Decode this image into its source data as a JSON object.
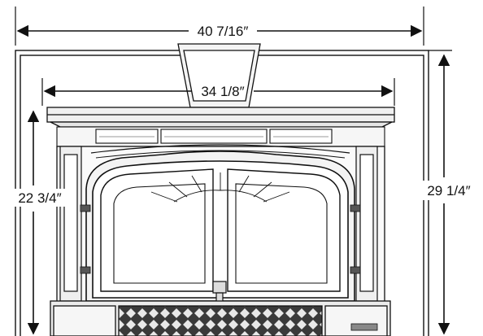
{
  "dimensions": {
    "overall_width": "40 7/16″",
    "insert_width": "34 1/8″",
    "insert_height": "22 3/4″",
    "overall_height": "29 1/4″"
  },
  "colors": {
    "line": "#111111",
    "panel": "#f2f2f2",
    "grille": "#3a3a3a"
  }
}
